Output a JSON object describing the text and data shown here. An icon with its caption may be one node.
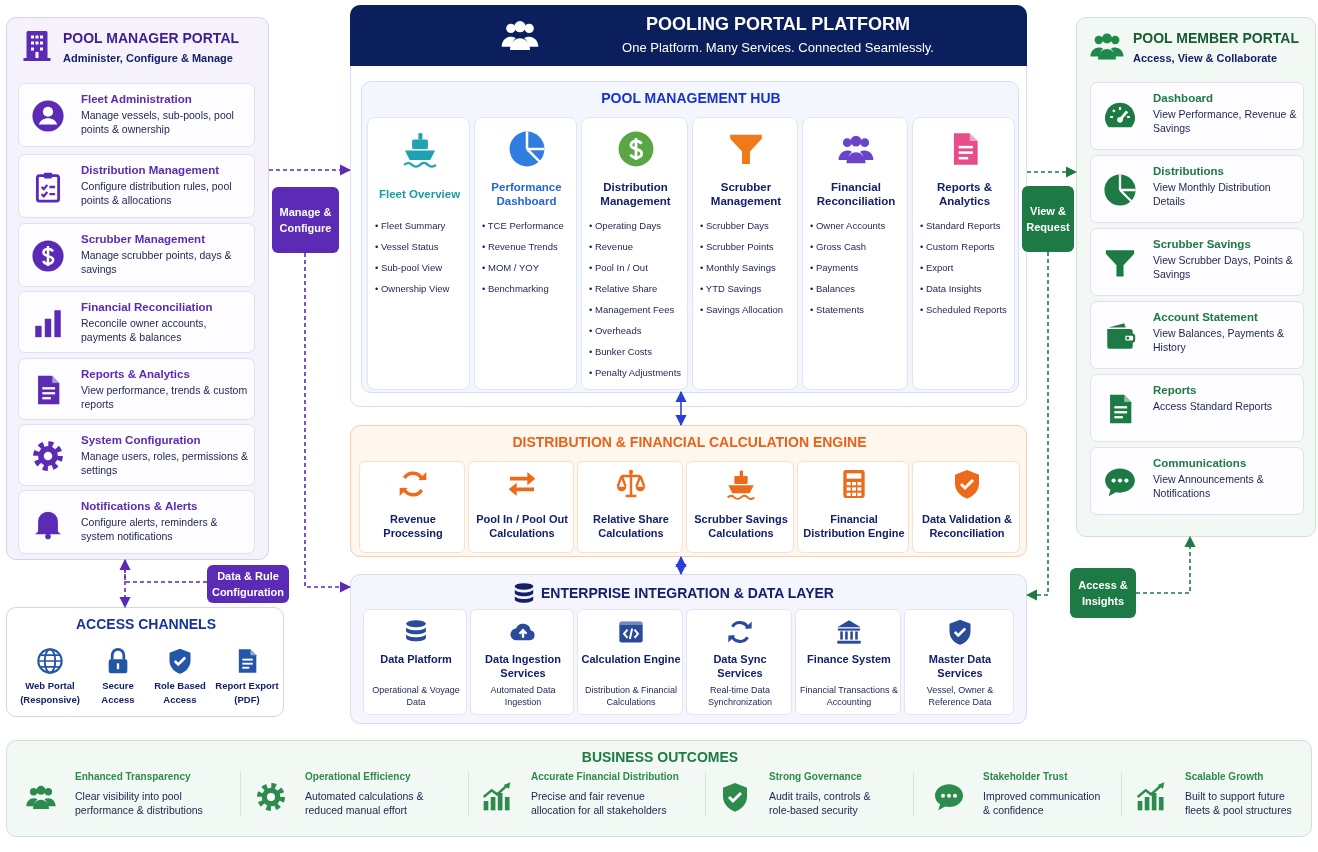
{
  "diagram": {
    "nodes": [
      {
        "text": [
          "POOLING PORTAL PLATFORM",
          "One Platform. Many Services. Connected Seamlessly."
        ]
      },
      {
        "text": [
          "POOL MANAGEMENT HUB"
        ],
        "in": 0
      },
      {
        "text": [
          "Fleet Overview",
          "• Fleet Summary",
          "• Vessel Status",
          "• Sub-pool View",
          "• Ownership View"
        ],
        "in": 1
      },
      {
        "text": [
          "Performance Dashboard",
          "• TCE Performance",
          "• Revenue Trends",
          "• MOM / YOY",
          "• Benchmarking"
        ],
        "in": 1
      },
      {
        "text": [
          "Distribution Management",
          "• Operating Days",
          "• Revenue",
          "• Pool In / Out",
          "• Relative Share",
          "• Management Fees",
          "• Overheads",
          "• Bunker Costs",
          "• Penalty Adjustments"
        ],
        "in": 1
      },
      {
        "text": [
          "Scrubber Management",
          "• Scrubber Days",
          "• Scrubber Points",
          "• Monthly Savings",
          "• YTD Savings",
          "• Savings Allocation"
        ],
        "in": 1
      },
      {
        "text": [
          "Financial Reconciliation",
          "• Owner Accounts",
          "• Gross Cash",
          "• Payments",
          "• Balances",
          "• Statements"
        ],
        "in": 1
      },
      {
        "text": [
          "Reports & Analytics",
          "• Standard Reports",
          "• Custom Reports",
          "• Export",
          "• Data Insights",
          "• Scheduled Reports"
        ],
        "in": 1
      },
      {
        "text": [
          "DISTRIBUTION & FINANCIAL CALCULATION ENGINE"
        ]
      },
      {
        "text": [
          "Revenue Processing"
        ],
        "in": 8
      },
      {
        "text": [
          "Pool In / Pool Out Calculations"
        ],
        "in": 8
      },
      {
        "text": [
          "Relative Share Calculations"
        ],
        "in": 8
      },
      {
        "text": [
          "Scrubber Savings Calculations"
        ],
        "in": 8
      },
      {
        "text": [
          "Financial Distribution Engine"
        ],
        "in": 8
      },
      {
        "text": [
          "Data Validation & Reconciliation"
        ],
        "in": 8
      },
      {
        "text": [
          "ENTERPRISE INTEGRATION & DATA LAYER"
        ]
      },
      {
        "text": [
          "Data Platform",
          "Operational & Voyage Data"
        ],
        "in": 15
      },
      {
        "text": [
          "Data Ingestion Services",
          "Automated Data Ingestion"
        ],
        "in": 15
      },
      {
        "text": [
          "Calculation Engine",
          "Distribution & Financial Calculations"
        ],
        "in": 15
      },
      {
        "text": [
          "Data Sync Services",
          "Real-time Data Synchronization"
        ],
        "in": 15
      },
      {
        "text": [
          "Finance System",
          "Financial Transactions & Accounting"
        ],
        "in": 15
      },
      {
        "text": [
          "Master Data Services",
          "Vessel, Owner & Reference Data"
        ],
        "in": 15
      },
      {
        "text": [
          "POOL MANAGER PORTAL",
          "Administer, Configure & Manage"
        ]
      },
      {
        "text": [
          "Fleet Administration",
          "Manage vessels, sub-pools, pool points & ownership"
        ],
        "in": 22
      },
      {
        "text": [
          "Distribution Management",
          "Configure distribution rules, pool points & allocations"
        ],
        "in": 22
      },
      {
        "text": [
          "Scrubber Management",
          "Manage scrubber points, days & savings"
        ],
        "in": 22
      },
      {
        "text": [
          "Financial Reconciliation",
          "Reconcile owner accounts, payments & balances"
        ],
        "in": 22
      },
      {
        "text": [
          "Reports & Analytics",
          "View performance, trends & custom reports"
        ],
        "in": 22
      },
      {
        "text": [
          "System Configuration",
          "Manage users, roles, permissions & settings"
        ],
        "in": 22
      },
      {
        "text": [
          "Notifications & Alerts",
          "Configure alerts, reminders & system notifications"
        ],
        "in": 22
      },
      {
        "text": [
          "ACCESS CHANNELS"
        ]
      },
      {
        "text": [
          "Web Portal (Responsive)"
        ],
        "in": 30
      },
      {
        "text": [
          "Secure Access"
        ],
        "in": 30
      },
      {
        "text": [
          "Role Based Access"
        ],
        "in": 30
      },
      {
        "text": [
          "Report Export (PDF)"
        ],
        "in": 30
      },
      {
        "text": [
          "POOL MEMBER PORTAL",
          "Access, View & Collaborate"
        ]
      },
      {
        "text": [
          "Dashboard",
          "View Performance, Revenue & Savings"
        ],
        "in": 35
      },
      {
        "text": [
          "Distributions",
          "View Monthly Distribution Details"
        ],
        "in": 35
      },
      {
        "text": [
          "Scrubber Savings",
          "View Scrubber Days, Points & Savings"
        ],
        "in": 35
      },
      {
        "text": [
          "Account Statement",
          "View Balances, Payments & History"
        ],
        "in": 35
      },
      {
        "text": [
          "Reports",
          "Access Standard Reports"
        ],
        "in": 35
      },
      {
        "text": [
          "Communications",
          "View Announcements & Notifications"
        ],
        "in": 35
      },
      {
        "text": [
          "BUSINESS OUTCOMES"
        ]
      },
      {
        "text": [
          "Enhanced Transparency",
          "Clear visibility into pool performance & distributions"
        ],
        "in": 42
      },
      {
        "text": [
          "Operational Efficiency",
          "Automated calculations & reduced manual effort"
        ],
        "in": 42
      },
      {
        "text": [
          "Accurate Financial Distribution",
          "Precise and fair revenue allocation for all stakeholders"
        ],
        "in": 42
      },
      {
        "text": [
          "Strong Governance",
          "Audit trails, controls & role-based security"
        ],
        "in": 42
      },
      {
        "text": [
          "Stakeholder Trust",
          "Improved communication & confidence"
        ],
        "in": 42
      },
      {
        "text": [
          "Scalable Growth",
          "Built to support future fleets & pool structures"
        ],
        "in": 42
      },
      {
        "text": [
          "Manage & Configure"
        ]
      },
      {
        "text": [
          "View & Request"
        ]
      },
      {
        "text": [
          "Data & Rule Configuration"
        ]
      },
      {
        "text": [
          "Access & Insights"
        ]
      }
    ],
    "edges": [
      {
        "from": 22,
        "to": 0,
        "arrow": "to",
        "style": "dashed"
      },
      {
        "from": 49,
        "to": 15,
        "arrow": "to",
        "style": "dashed"
      },
      {
        "from": 1,
        "to": 8,
        "arrow": "both",
        "color": "#2a3fd6"
      },
      {
        "from": 8,
        "to": 15,
        "arrow": "both",
        "color": "#2a3fd6"
      },
      {
        "from": 22,
        "to": 30,
        "arrow": "both",
        "style": "dashed"
      },
      {
        "from": 51,
        "to": 22,
        "arrow": "none",
        "style": "dashed"
      },
      {
        "from": 0,
        "to": 35,
        "arrow": "to",
        "style": "dashed",
        "color": "#1e7a45"
      },
      {
        "from": 50,
        "to": 15,
        "arrow": "to",
        "style": "dashed",
        "color": "#1e7a45"
      },
      {
        "from": 52,
        "to": 35,
        "arrow": "to",
        "style": "dashed",
        "color": "#1e7a45"
      }
    ]
  }
}
